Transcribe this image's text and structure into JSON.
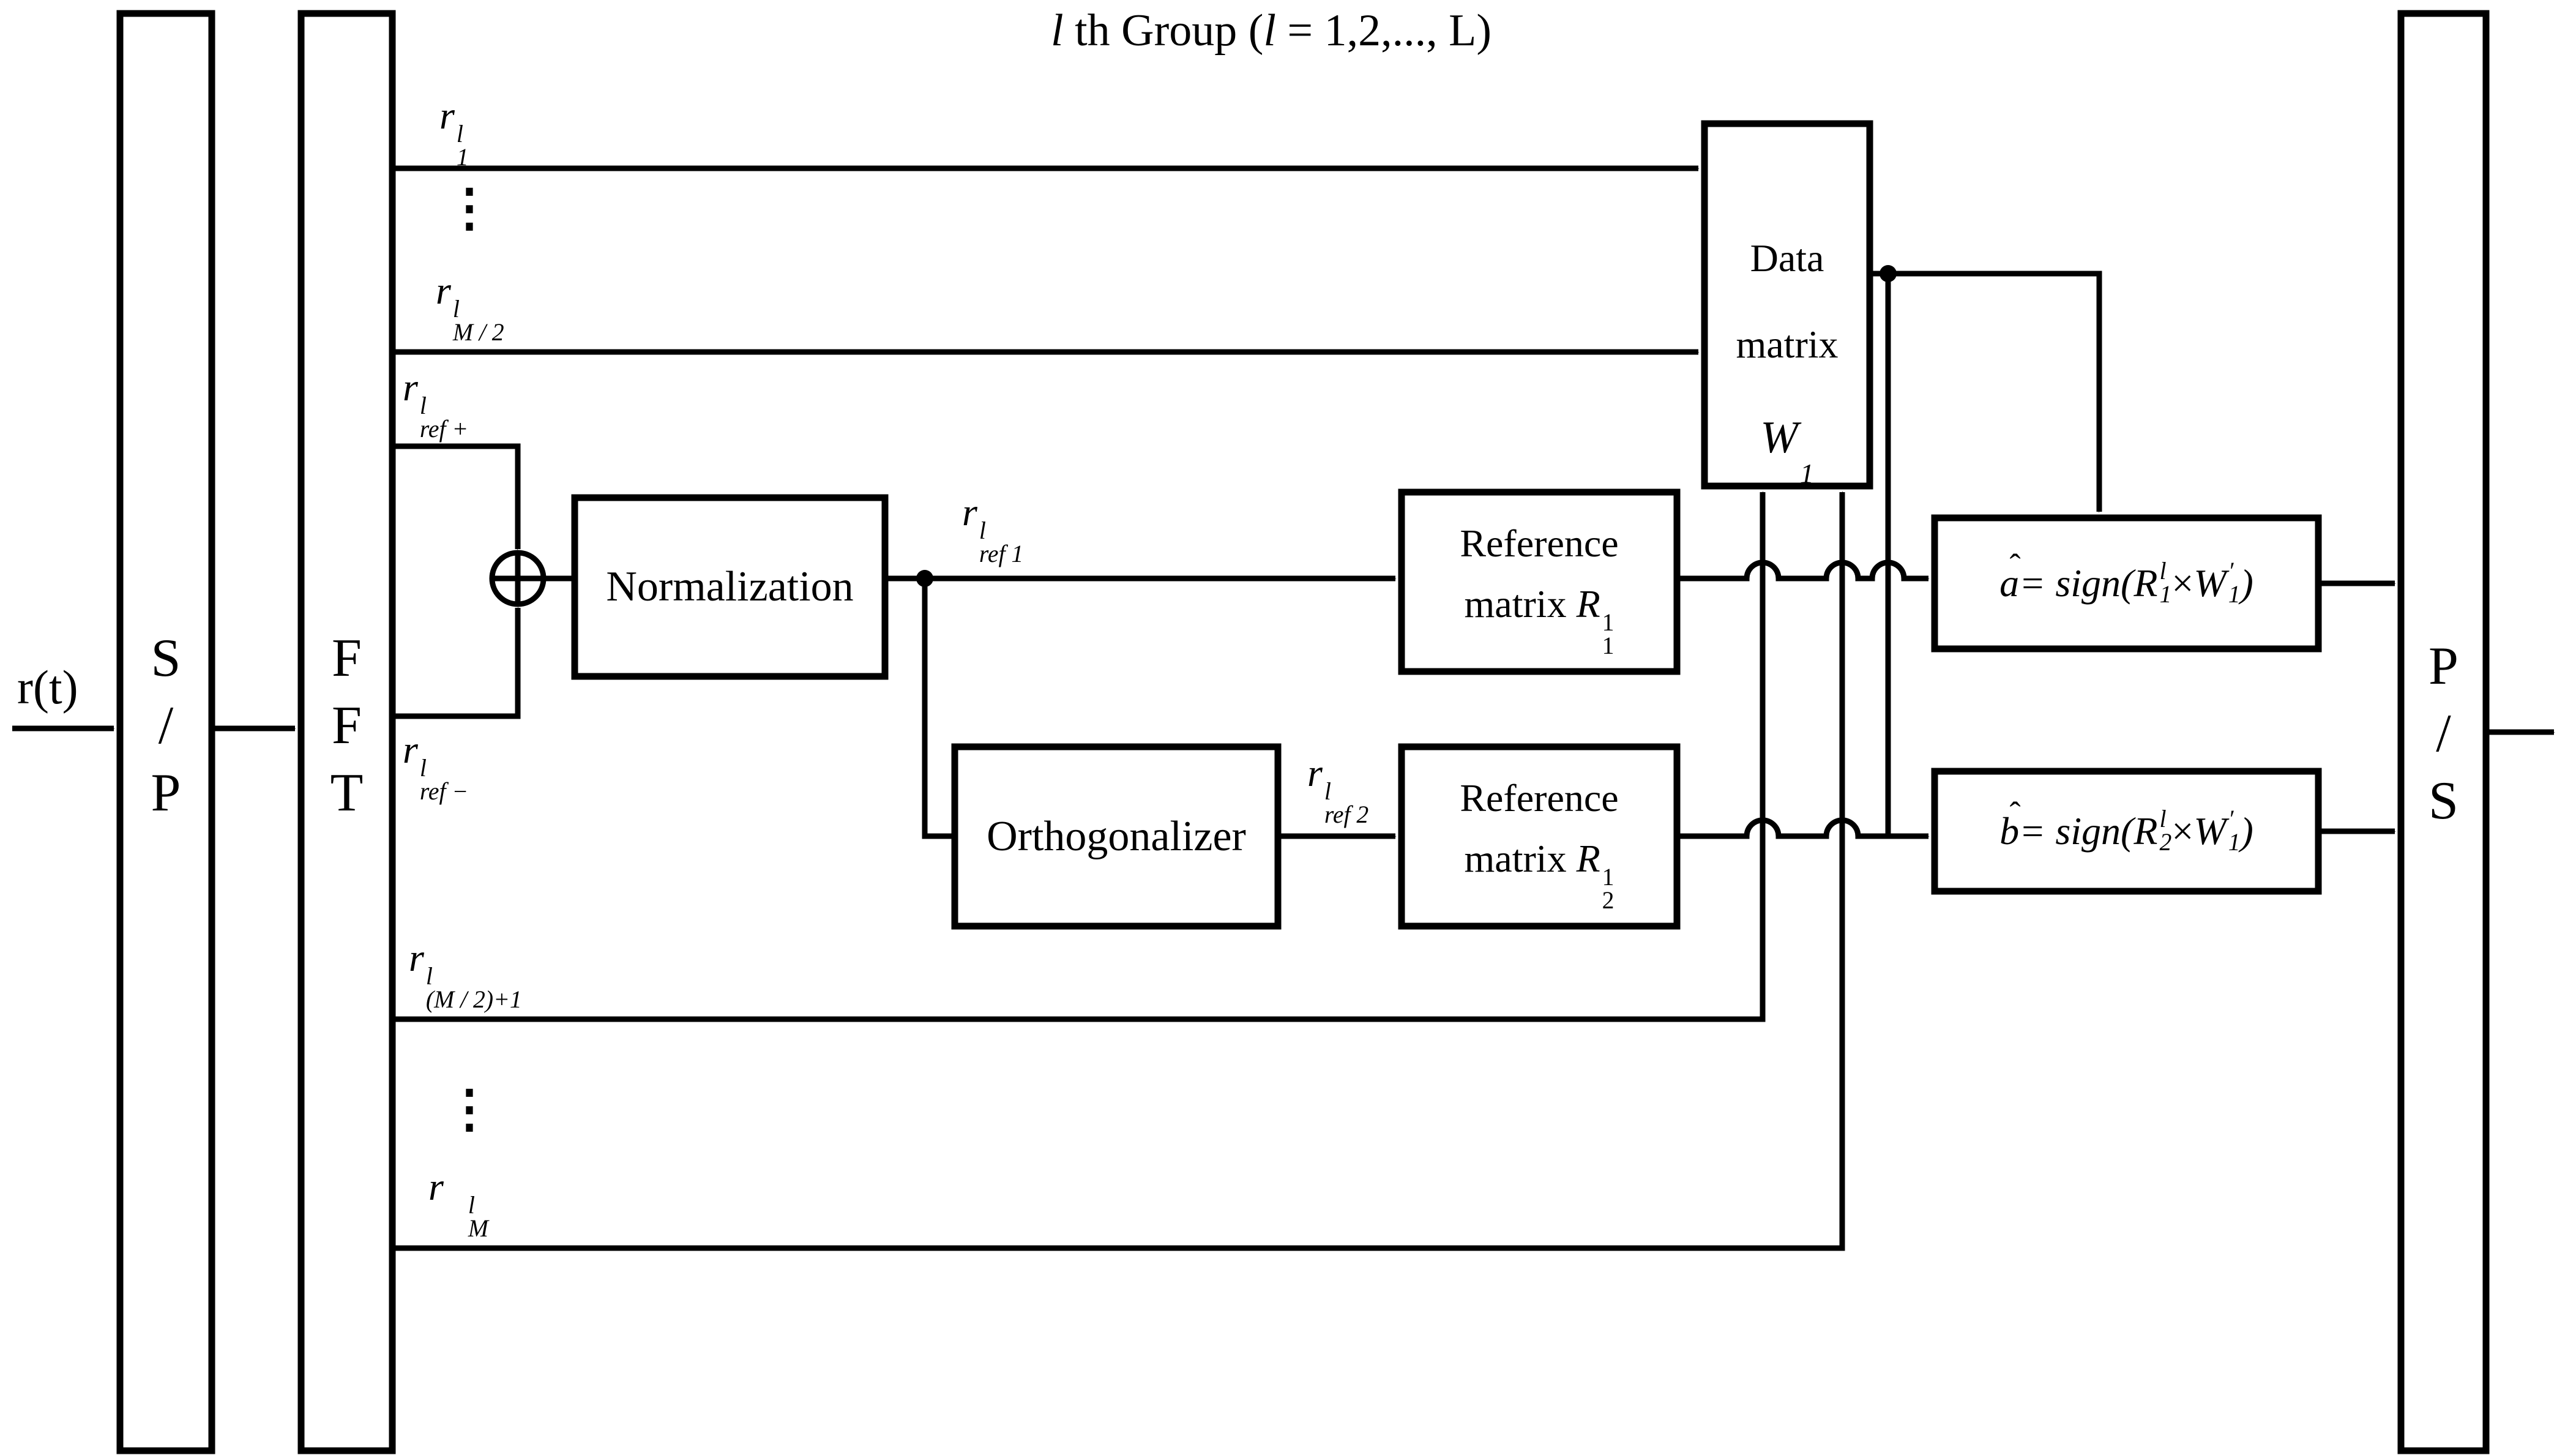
{
  "title": {
    "i1": "l",
    "t1": " th Group (",
    "i2": "l",
    "t2": " = 1,2,..., L)"
  },
  "blocks": {
    "sp": {
      "l1": "S",
      "l2": "/",
      "l3": "P"
    },
    "fft": {
      "l1": "F",
      "l2": "F",
      "l3": "T"
    },
    "ps": {
      "l1": "P",
      "l2": "/",
      "l3": "S"
    },
    "normalization": "Normalization",
    "orthogonalizer": "Orthogonalizer",
    "ref1": {
      "line1": "Reference",
      "line2": "matrix ",
      "base": "R",
      "sup": "1",
      "sub": "1"
    },
    "ref2": {
      "line1": "Reference",
      "line2": "matrix ",
      "base": "R",
      "sup": "1",
      "sub": "2"
    },
    "data_matrix": {
      "line1": "Data",
      "line2": "matrix",
      "base": "W",
      "sub": "1"
    }
  },
  "signals": {
    "input": "r(t)",
    "r1": {
      "base": "r",
      "sup": "l",
      "sub": "1"
    },
    "dots_top": "⋮",
    "rM2": {
      "base": "r",
      "sup": "l",
      "sub": "M / 2"
    },
    "rrefp": {
      "base": "r",
      "sup": "l",
      "sub": "ref +"
    },
    "rrefm": {
      "base": "r",
      "sup": "l",
      "sub": "ref −"
    },
    "rref1": {
      "base": "r",
      "sup": "l",
      "sub": "ref 1"
    },
    "rref2": {
      "base": "r",
      "sup": "l",
      "sub": "ref 2"
    },
    "rM21": {
      "base": "r",
      "sup": "l",
      "sub": "(M / 2)+1"
    },
    "dots_bottom": "⋮",
    "rM": {
      "base": "r",
      "sup": "l",
      "sub": "M"
    }
  },
  "equations": {
    "a": {
      "hat": "ˆ",
      "lhs": "a",
      "mid": " = sign(",
      "r": "R",
      "r_sup": "l",
      "r_sub": "1",
      "times": "×",
      "w": "W",
      "w_sup": "′",
      "w_sub": "1",
      "close": ")"
    },
    "b": {
      "hat": "ˆ",
      "lhs": "b",
      "mid": " = sign(",
      "r": "R",
      "r_sup": "l",
      "r_sub": "2",
      "times": "×",
      "w": "W",
      "w_sup": "′",
      "w_sub": "1",
      "close": ")"
    }
  },
  "colors": {
    "line": "#000000",
    "background": "#ffffff"
  }
}
